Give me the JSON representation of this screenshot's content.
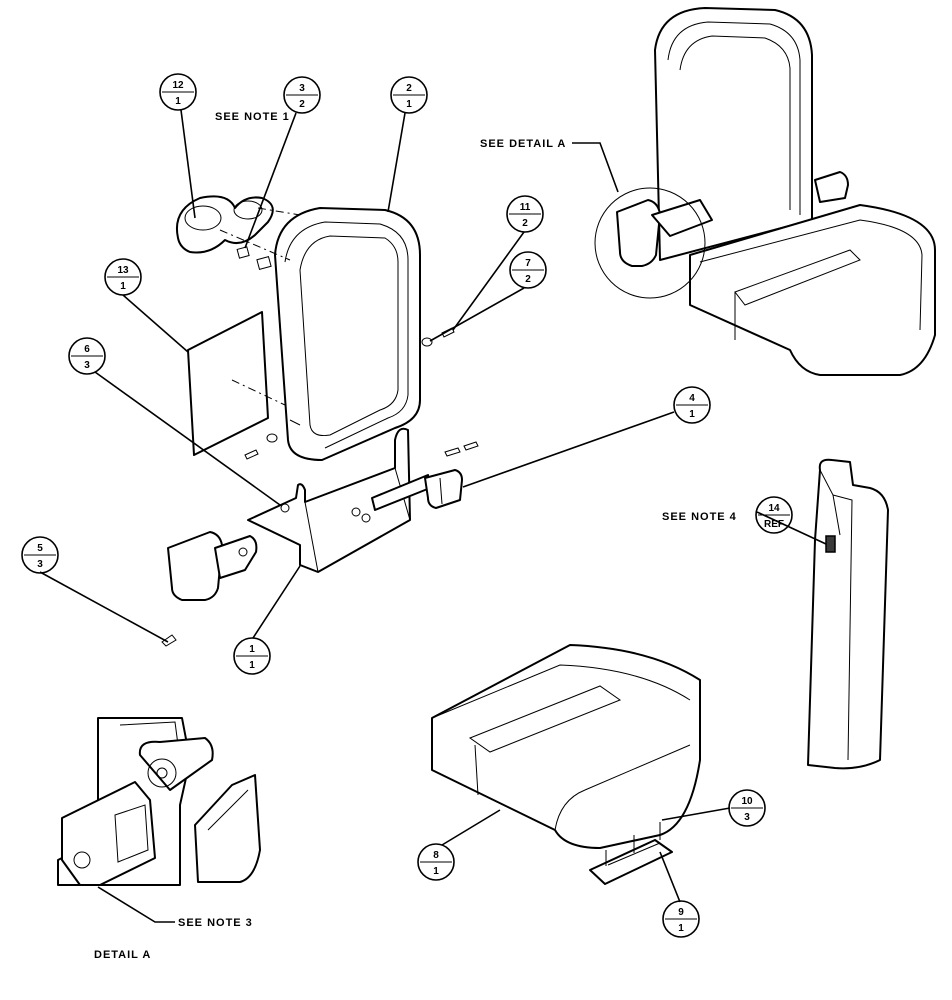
{
  "notes": {
    "see_note_1": "SEE NOTE 1",
    "see_detail_a": "SEE DETAIL A",
    "see_note_4": "SEE NOTE 4",
    "see_note_3": "SEE NOTE 3",
    "detail_a": "DETAIL A"
  },
  "balloons": [
    {
      "id": "b12",
      "top": "12",
      "bottom": "1"
    },
    {
      "id": "b3",
      "top": "3",
      "bottom": "2"
    },
    {
      "id": "b2",
      "top": "2",
      "bottom": "1"
    },
    {
      "id": "b11",
      "top": "11",
      "bottom": "2"
    },
    {
      "id": "b7",
      "top": "7",
      "bottom": "2"
    },
    {
      "id": "b13",
      "top": "13",
      "bottom": "1"
    },
    {
      "id": "b6",
      "top": "6",
      "bottom": "3"
    },
    {
      "id": "b4",
      "top": "4",
      "bottom": "1"
    },
    {
      "id": "b5",
      "top": "5",
      "bottom": "3"
    },
    {
      "id": "b1",
      "top": "1",
      "bottom": "1"
    },
    {
      "id": "b14",
      "top": "14",
      "bottom": "REF"
    },
    {
      "id": "b10",
      "top": "10",
      "bottom": "3"
    },
    {
      "id": "b8",
      "top": "8",
      "bottom": "1"
    },
    {
      "id": "b9",
      "top": "9",
      "bottom": "1"
    }
  ]
}
